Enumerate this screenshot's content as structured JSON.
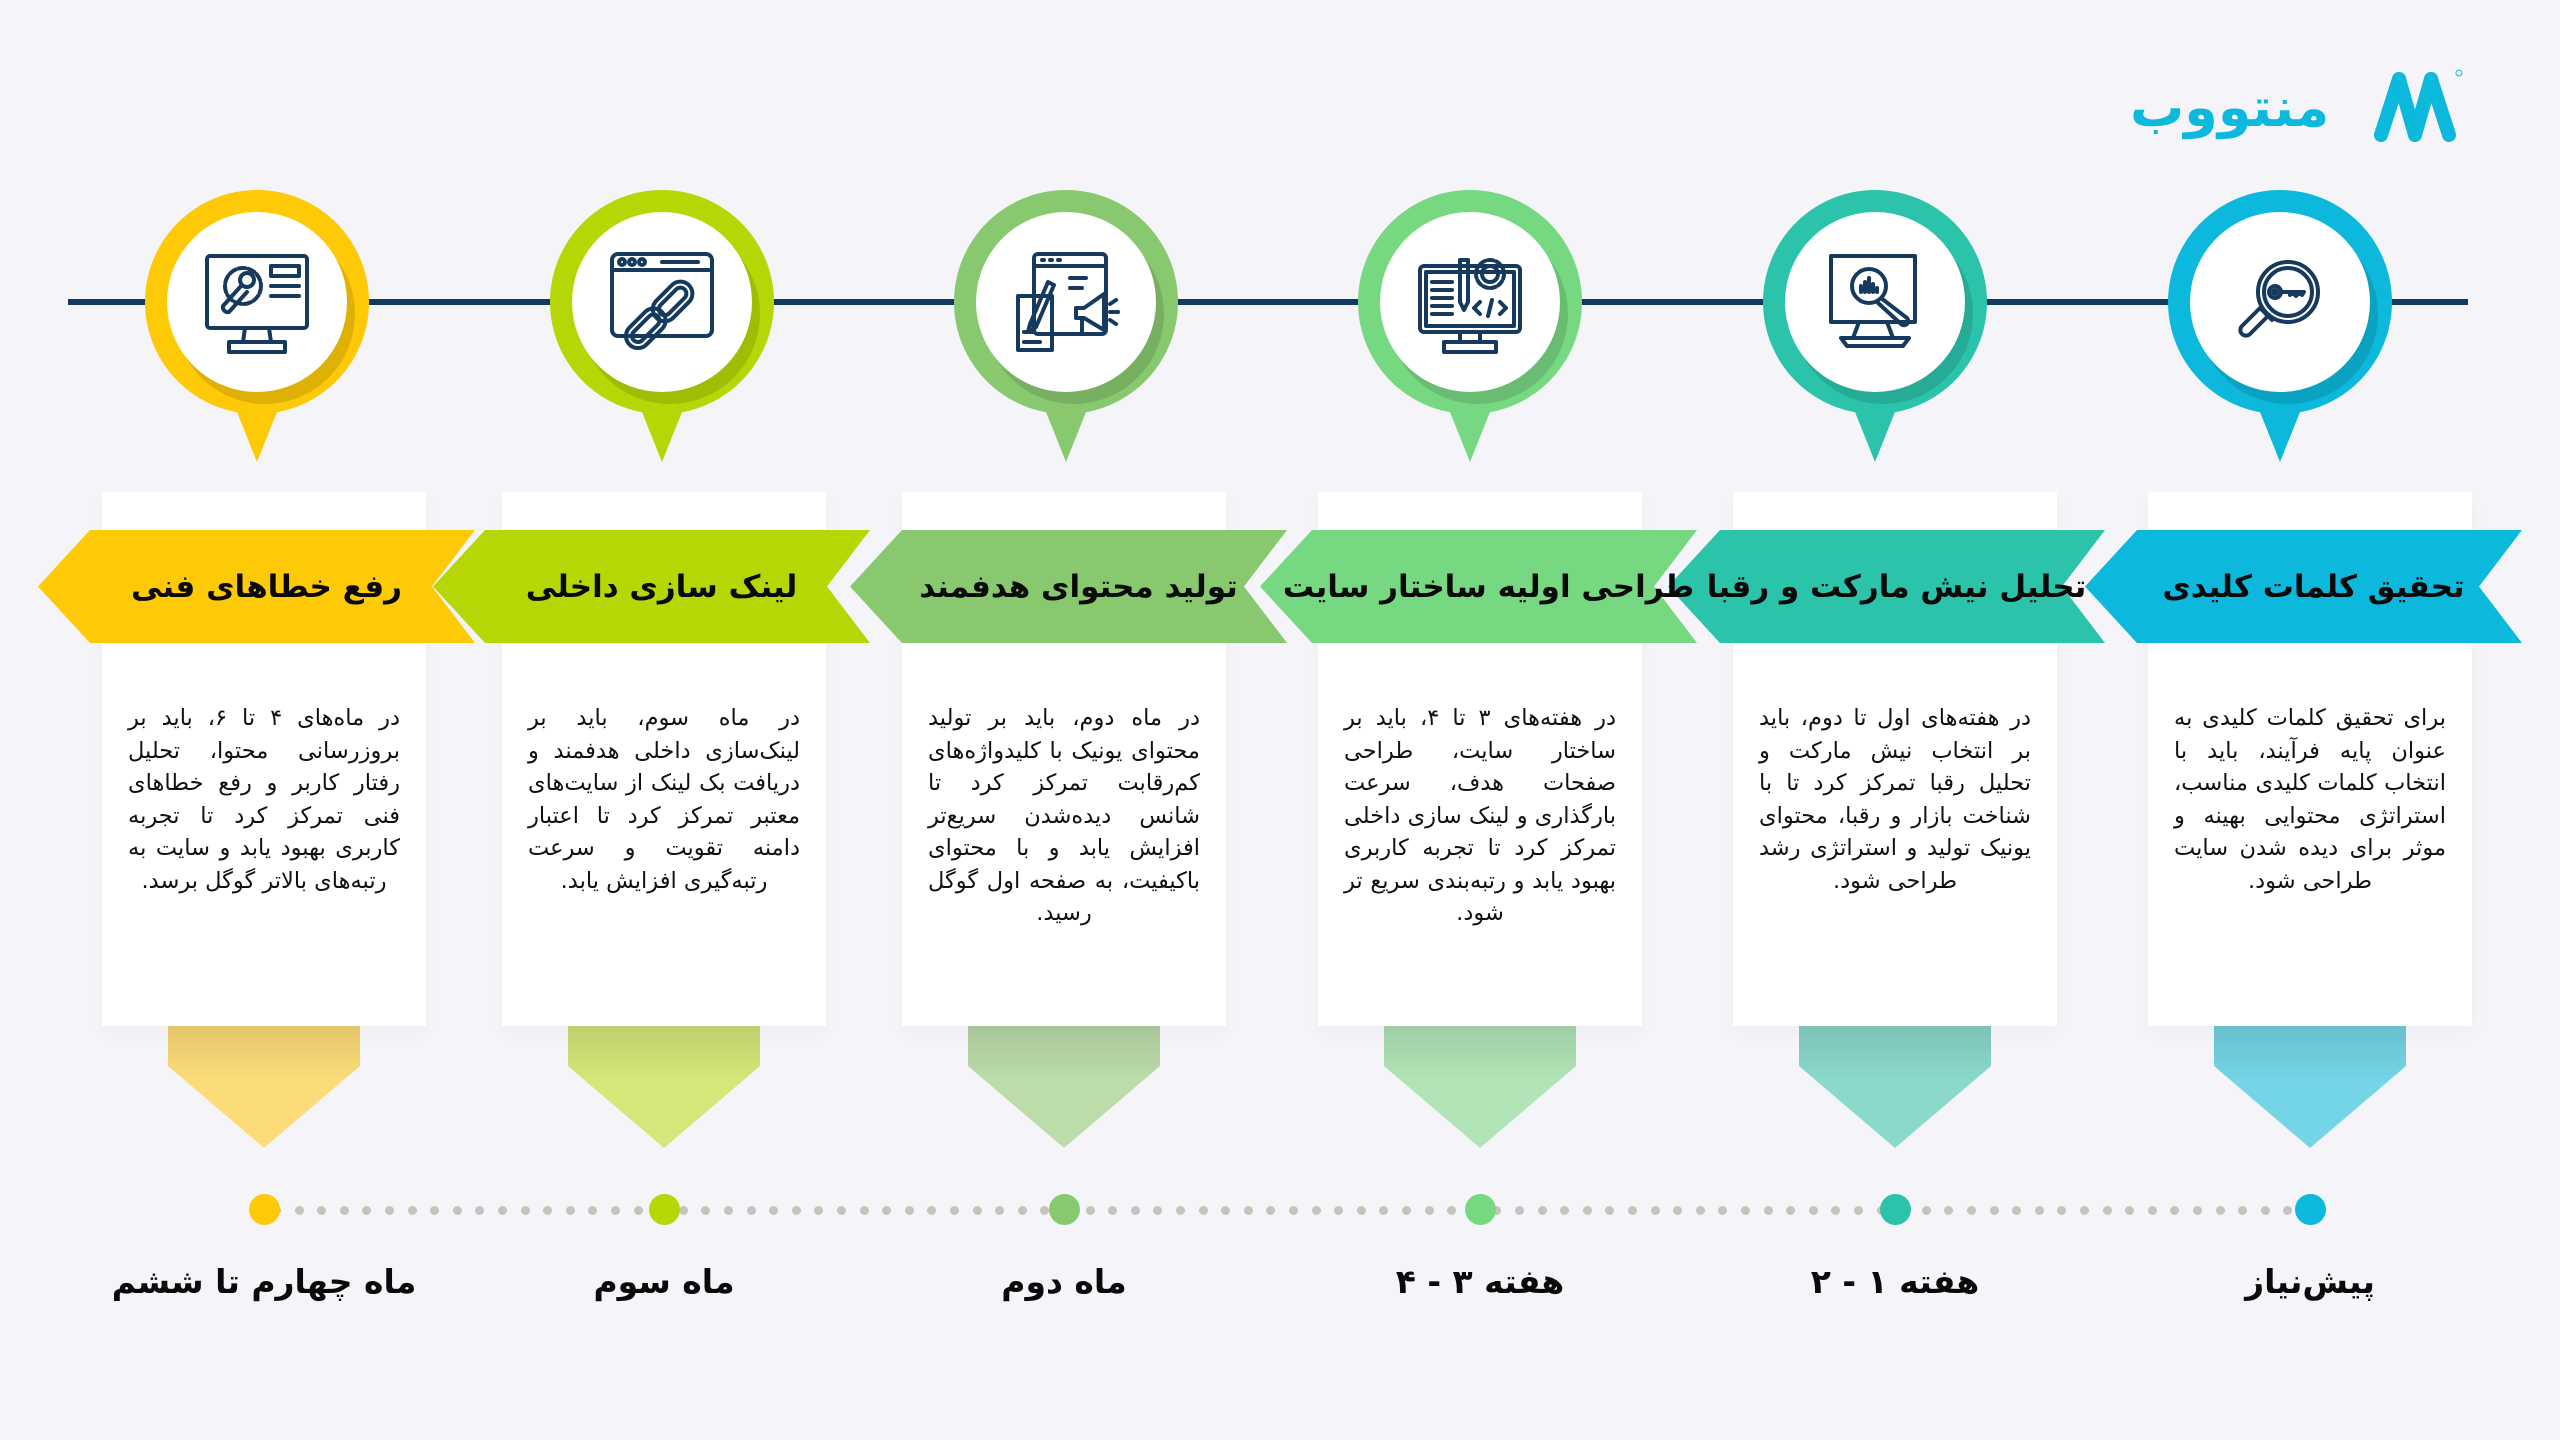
{
  "brand": {
    "name": "منتووب",
    "color": "#0cb9dc"
  },
  "timeline": {
    "line_color": "#123a60",
    "dot_color": "#c6c3bc"
  },
  "steps": [
    {
      "title": "تحقیق کلمات کلیدی",
      "description": "برای تحقیق کلمات کلیدی به عنوان پایه فرآیند، باید با انتخاب کلمات کلیدی مناسب، استراتژی محتوایی بهینه و موثر برای دیده شدن سایت طراحی شود.",
      "period": "پیش‌نیاز",
      "icon": "magnifier-key-icon",
      "color": "#0cb9dc",
      "light_color": "#74d5e6"
    },
    {
      "title": "تحلیل نیش مارکت و رقبا",
      "description": "در هفته‌های اول تا دوم، باید بر انتخاب نیش مارکت و تحلیل رقبا تمرکز کرد تا با شناخت بازار و رقبا، محتوای یونیک تولید و استراتژی رشد طراحی شود.",
      "period": "هفته ۱ - ۲",
      "icon": "monitor-analytics-icon",
      "color": "#2cc3ab",
      "light_color": "#8ad9cb"
    },
    {
      "title": "طراحی اولیه ساختار سایت",
      "description": "در هفته‌های ۳ تا ۴، باید بر ساختار سایت، طراحی صفحات هدف، سرعت بارگذاری و لینک سازی داخلی تمرکز کرد تا تجربه کاربری بهبود یابد و رتبه‌بندی سریع تر شود.",
      "period": "هفته ۳ - ۴",
      "icon": "monitor-code-icon",
      "color": "#77d882",
      "light_color": "#b1e5b7"
    },
    {
      "title": "تولید محتوای هدفمند",
      "description": "در ماه دوم، باید بر تولید محتوای یونیک با کلیدواژه‌های کم‌رقابت تمرکز کرد تا شانس دیده‌شدن سریع‌تر افزایش یابد و با محتوای باکیفیت، به صفحه اول گوگل رسید.",
      "period": "ماه دوم",
      "icon": "content-marketing-icon",
      "color": "#88c96f",
      "light_color": "#bcdcaa"
    },
    {
      "title": "لینک سازی داخلی",
      "description": "در ماه سوم، باید بر لینک‌سازی داخلی هدفمند و دریافت بک لینک از سایت‌های معتبر تمرکز کرد تا اعتبار دامنه تقویت و سرعت رتبه‌گیری افزایش یابد.",
      "period": "ماه سوم",
      "icon": "browser-link-icon",
      "color": "#b7d605",
      "light_color": "#d6e679"
    },
    {
      "title": "رفع خطاهای فنی",
      "description": "در ماه‌های ۴ تا ۶، باید بر بروزرسانی محتوا، تحلیل رفتار کاربر و رفع خطاهای فنی تمرکز کرد تا تجربه کاربری بهبود یابد و سایت به رتبه‌های بالاتر گوگل برسد.",
      "period": "ماه چهارم تا ششم",
      "icon": "monitor-wrench-icon",
      "color": "#fec907",
      "light_color": "#fcdc78"
    }
  ]
}
